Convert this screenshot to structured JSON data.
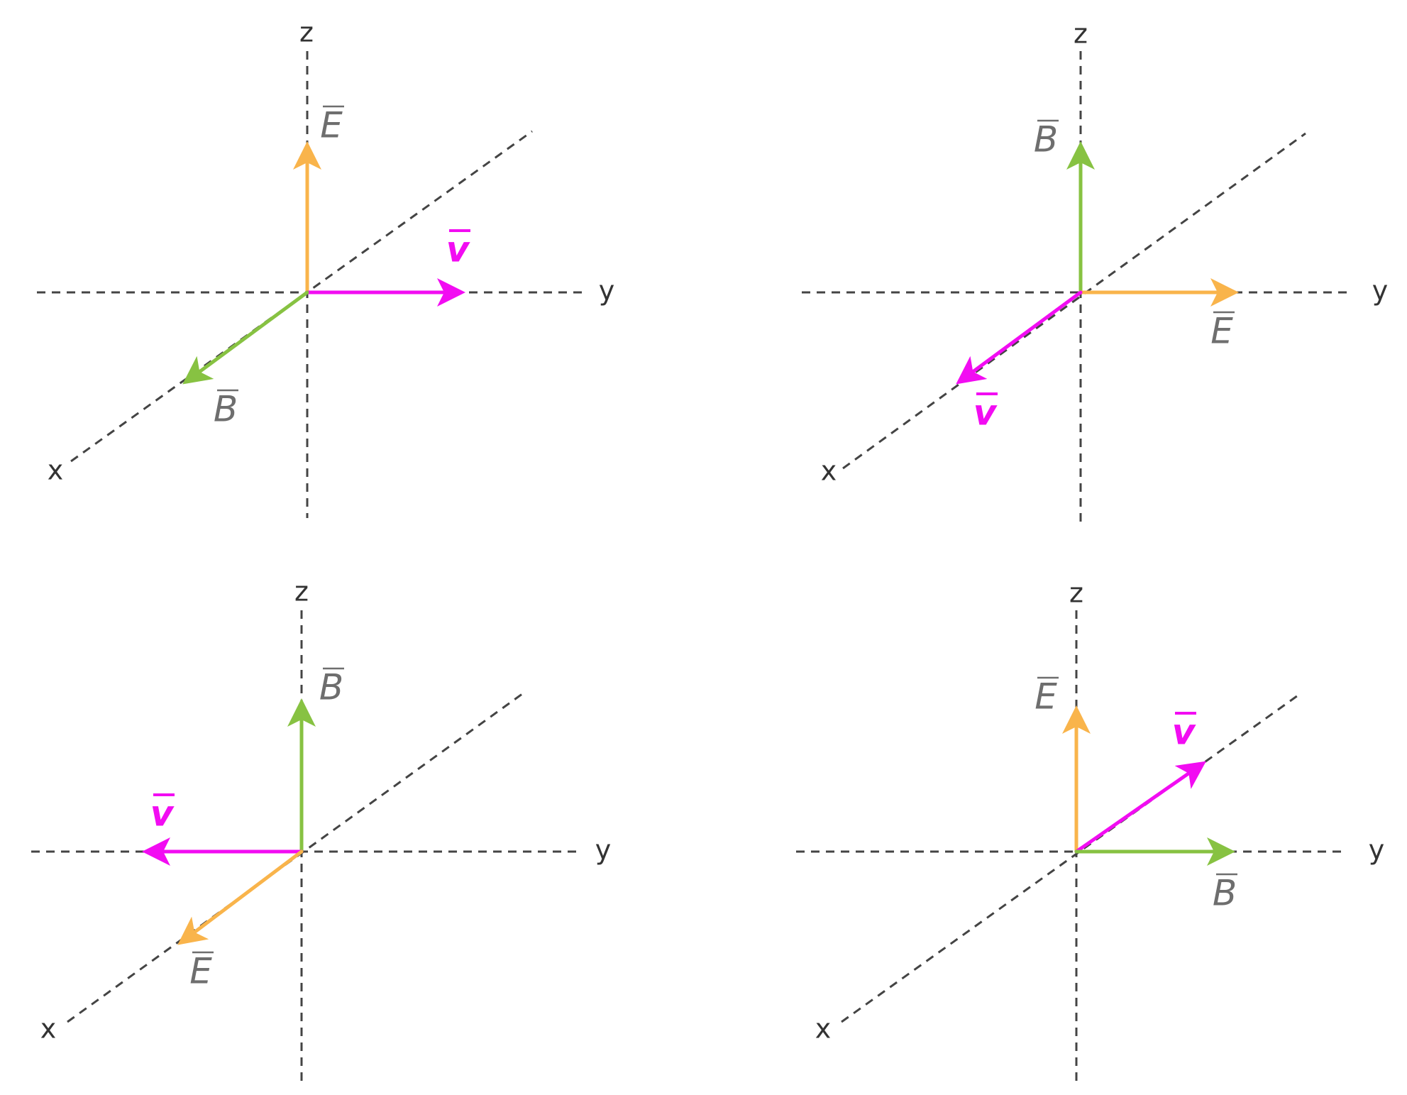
{
  "colors": {
    "E": "#F9B44B",
    "B": "#87C242",
    "v": "#F20CF2",
    "label_gray": "#6E6E6E",
    "axis": "#444444"
  },
  "axis_labels": {
    "x": "x",
    "y": "y",
    "z": "z"
  },
  "panels": [
    {
      "vectors": [
        {
          "id": "E",
          "label": "E",
          "direction": "+z"
        },
        {
          "id": "v",
          "label": "v",
          "direction": "+y"
        },
        {
          "id": "B",
          "label": "B",
          "direction": "+x"
        }
      ]
    },
    {
      "vectors": [
        {
          "id": "B",
          "label": "B",
          "direction": "+z"
        },
        {
          "id": "E",
          "label": "E",
          "direction": "+y"
        },
        {
          "id": "v",
          "label": "v",
          "direction": "+x"
        }
      ]
    },
    {
      "vectors": [
        {
          "id": "B",
          "label": "B",
          "direction": "+z"
        },
        {
          "id": "v",
          "label": "v",
          "direction": "-y"
        },
        {
          "id": "E",
          "label": "E",
          "direction": "+x"
        }
      ]
    },
    {
      "vectors": [
        {
          "id": "E",
          "label": "E",
          "direction": "+z"
        },
        {
          "id": "v",
          "label": "v",
          "direction": "-x"
        },
        {
          "id": "B",
          "label": "B",
          "direction": "+y"
        }
      ]
    }
  ]
}
